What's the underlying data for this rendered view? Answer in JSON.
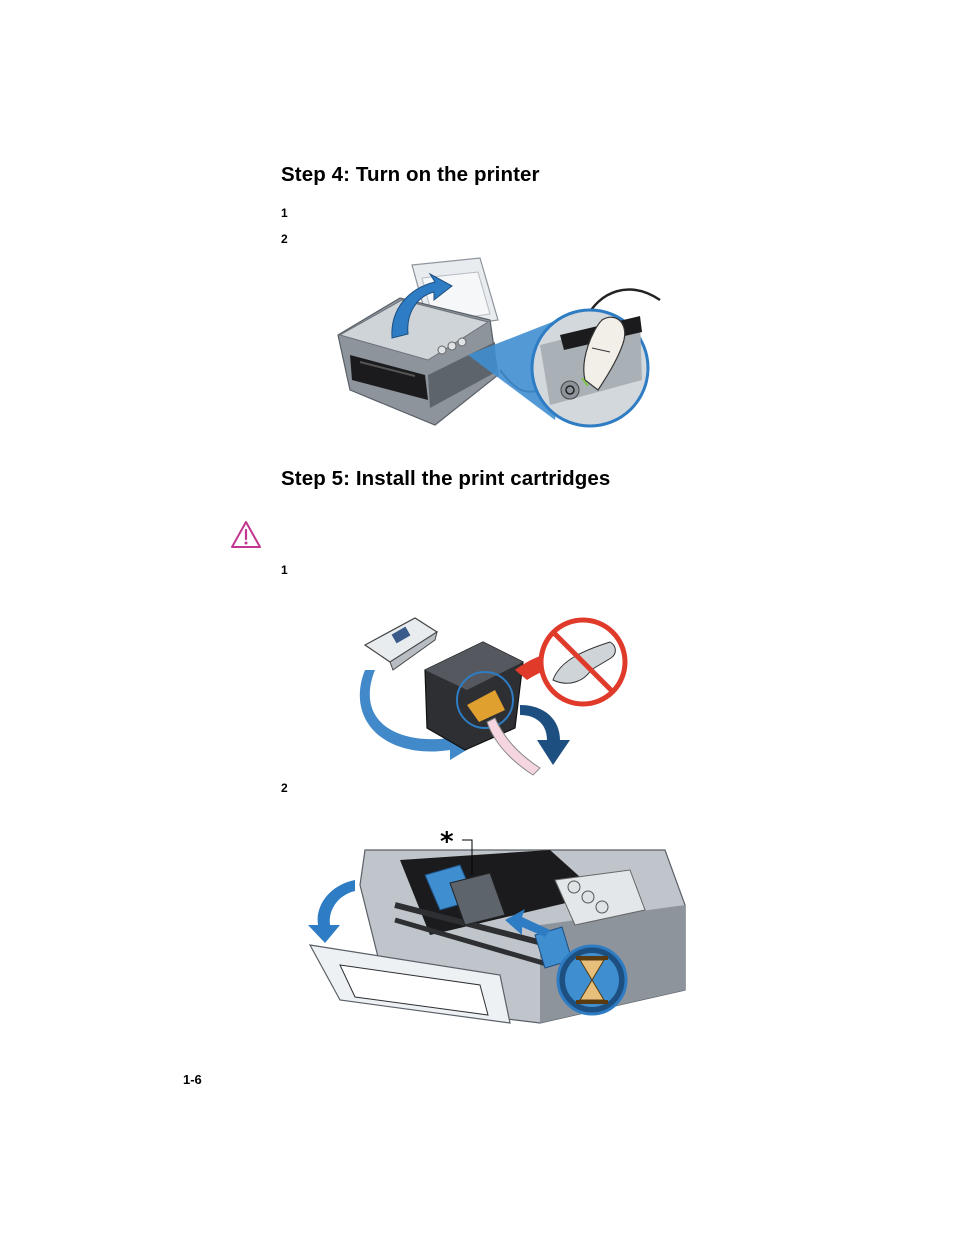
{
  "step4": {
    "heading": "Step 4: Turn on the printer",
    "items": [
      "1",
      "2"
    ]
  },
  "step5": {
    "heading": "Step 5: Install the print cartridges",
    "caution_icon": "caution-triangle-icon",
    "items": [
      "1",
      "2"
    ],
    "callout_symbol": "*"
  },
  "footer": {
    "page_number": "1-6"
  },
  "colors": {
    "caution": "#c2368f",
    "arrow_blue": "#2e7cc4",
    "no_symbol_red": "#e03a2a",
    "printer_gray": "#8d949c"
  }
}
